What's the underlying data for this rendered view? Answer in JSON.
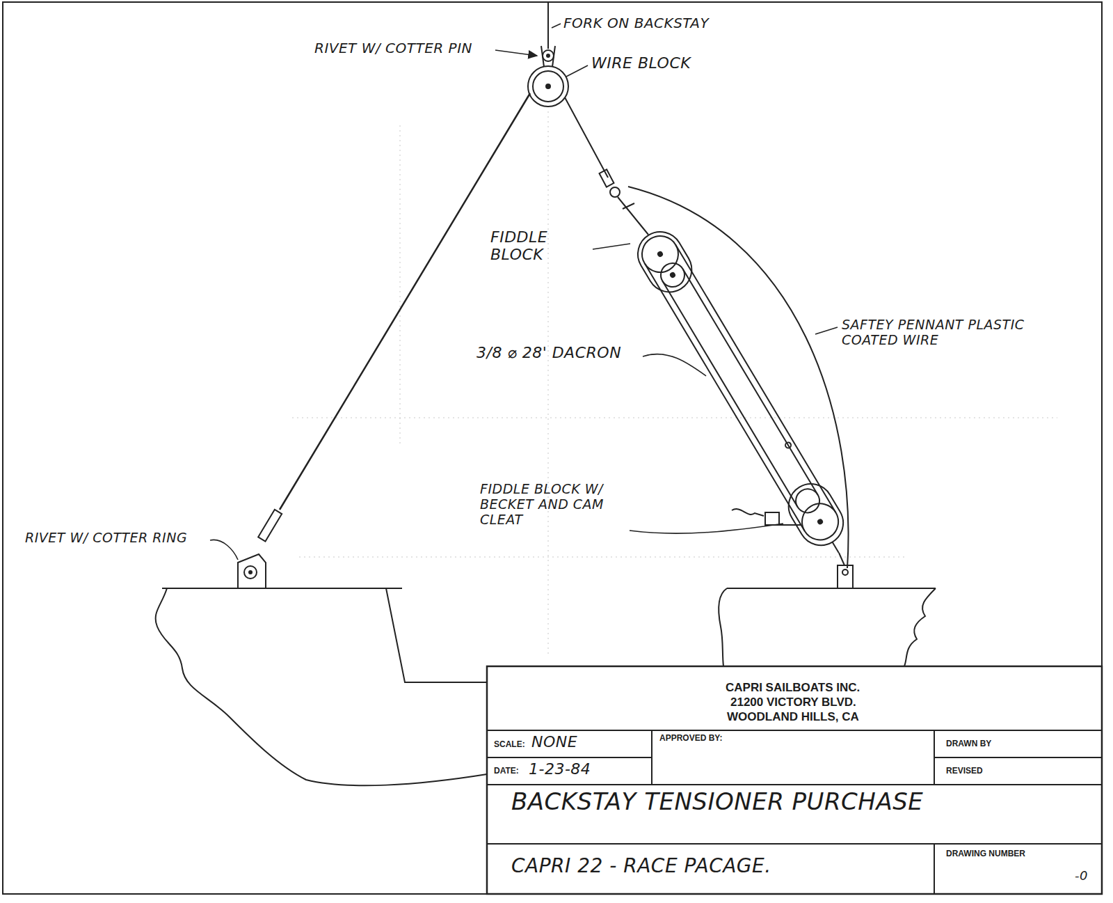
{
  "diagram": {
    "title": "BACKSTAY TENSIONER PURCHASE",
    "labels": [
      "FORK ON BACKSTAY",
      "RIVET W/ COTTER PIN",
      "WIRE BLOCK",
      "FIDDLE BLOCK",
      "3/8 ⌀ 28' DACRON",
      "SAFTEY PENNANT PLASTIC COATED WIRE",
      "FIDDLE BLOCK W/ BECKET AND CAM CLEAT",
      "RIVET W/ COTTER RING",
      "CAPRI SAILBOATS INC.",
      "21200 VICTORY BLVD.",
      "WOODLAND HILLS, CA",
      "SCALE:",
      "NONE",
      "DATE:",
      "1-23-84",
      "APPROVED BY:",
      "DRAWN BY",
      "REVISED",
      "CAPRI 22 - RACE PACAGE.",
      "DRAWING NUMBER",
      "-0"
    ]
  }
}
